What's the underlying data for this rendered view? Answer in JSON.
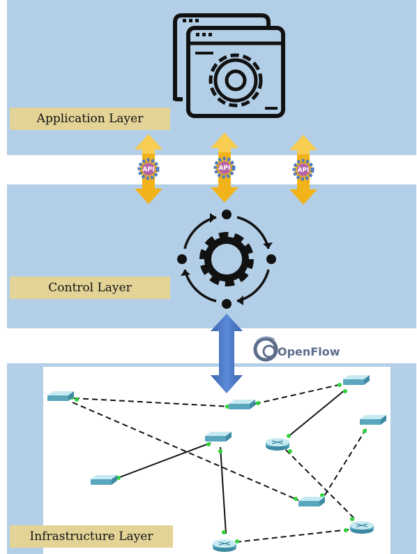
{
  "layers": {
    "application": "Application Layer",
    "control": "Control Layer",
    "infrastructure": "Infrastructure Layer"
  },
  "api_label": "API",
  "openflow_label": "OpenFlow",
  "icons": {
    "application": "app-windows-gear-icon",
    "control": "circular-gear-icon",
    "openflow": "openflow-logo-icon",
    "switch": "network-switch-icon",
    "router": "router-icon"
  },
  "colors": {
    "band": "#b3cfe7",
    "label": "#e4d397",
    "api_arrow": "#f2b31a",
    "api_gear": "#4f7bc1",
    "openflow_arrow": "#4472c4",
    "link_port": "#31d13a"
  }
}
